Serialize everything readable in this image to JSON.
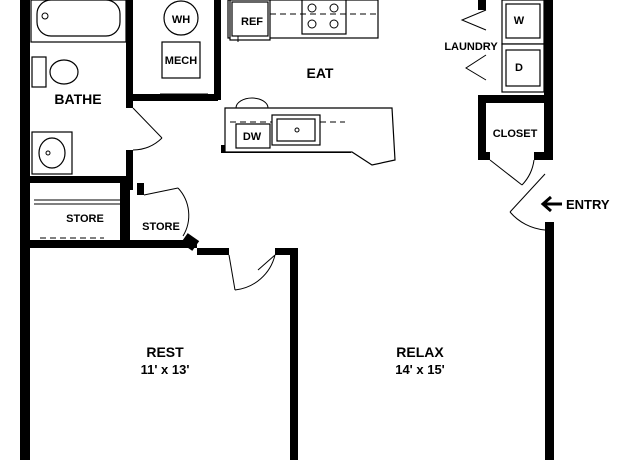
{
  "rooms": {
    "bathe": "BATHE",
    "wh": "WH",
    "mech": "MECH",
    "ref": "REF",
    "eat": "EAT",
    "dw": "DW",
    "laundry": "LAUNDRY",
    "washer": "W",
    "dryer": "D",
    "closet": "CLOSET",
    "entry": "ENTRY",
    "store_left": "STORE",
    "store_right": "STORE",
    "rest": "REST",
    "rest_size": "11' x 13'",
    "relax": "RELAX",
    "relax_size": "14' x 15'"
  },
  "icons": {
    "entry_arrow": "arrow-left-icon"
  }
}
